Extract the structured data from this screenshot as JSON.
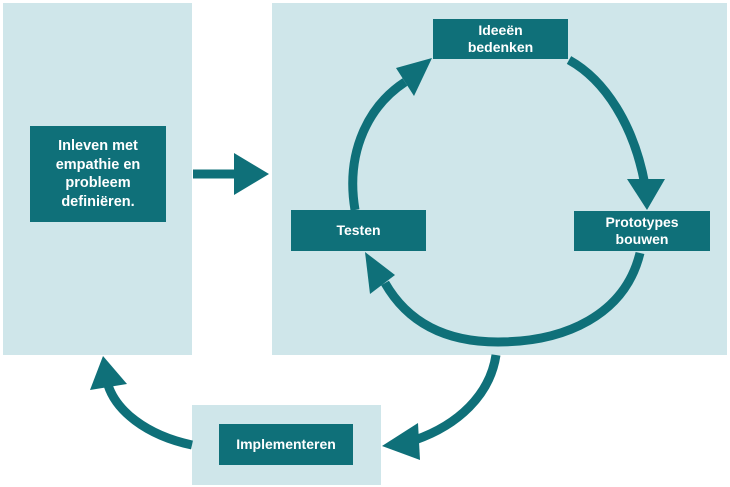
{
  "diagram": {
    "steps": {
      "empathy": {
        "line1": "Inleven met",
        "line2": "empathie en",
        "line3": "probleem",
        "line4": "definiëren."
      },
      "ideas": {
        "line1": "Ideeën",
        "line2": "bedenken"
      },
      "prototype": {
        "line1": "Prototypes",
        "line2": "bouwen"
      },
      "test": {
        "label": "Testen"
      },
      "implement": {
        "label": "Implementeren"
      }
    },
    "colors": {
      "panel": "#cfe6ea",
      "box": "#0f7079",
      "arrow": "#0f7079",
      "text": "#ffffff"
    }
  }
}
